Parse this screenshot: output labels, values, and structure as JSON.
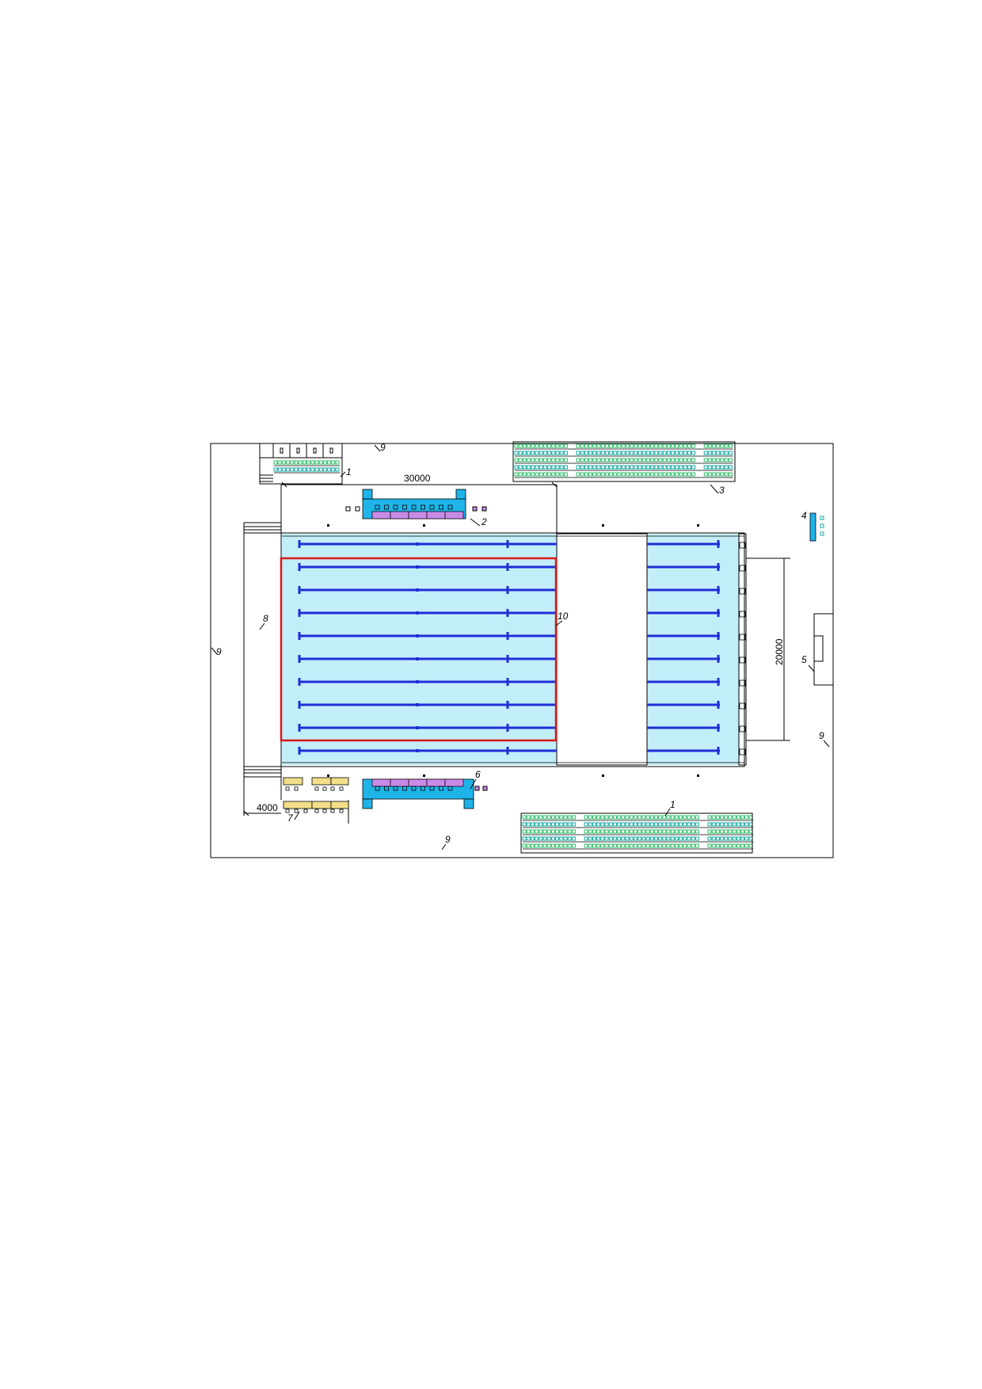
{
  "colors": {
    "pool_water": "#c2eef9",
    "lane_rope": "#1f2fd6",
    "highlight_frame": "#d81818",
    "seat_green": "#2fbf6a",
    "seat_teal": "#14a9a4",
    "cyan_block": "#1fb4e8",
    "violet_block": "#c98ae8",
    "yellow_block": "#f3de8a",
    "line": "#000000"
  },
  "dimensions": {
    "length": "30000",
    "width": "20000",
    "side_gap": "4000"
  },
  "callouts": {
    "c1_top": "1",
    "c1_bottom": "1",
    "c2": "2",
    "c3": "3",
    "c4": "4",
    "c5": "5",
    "c6": "6",
    "c7": "7",
    "c8": "8",
    "c9_top": "9",
    "c9_left": "9",
    "c9_right": "9",
    "c9_bottom": "9",
    "c10": "10"
  },
  "pool": {
    "lane_count": 10
  }
}
